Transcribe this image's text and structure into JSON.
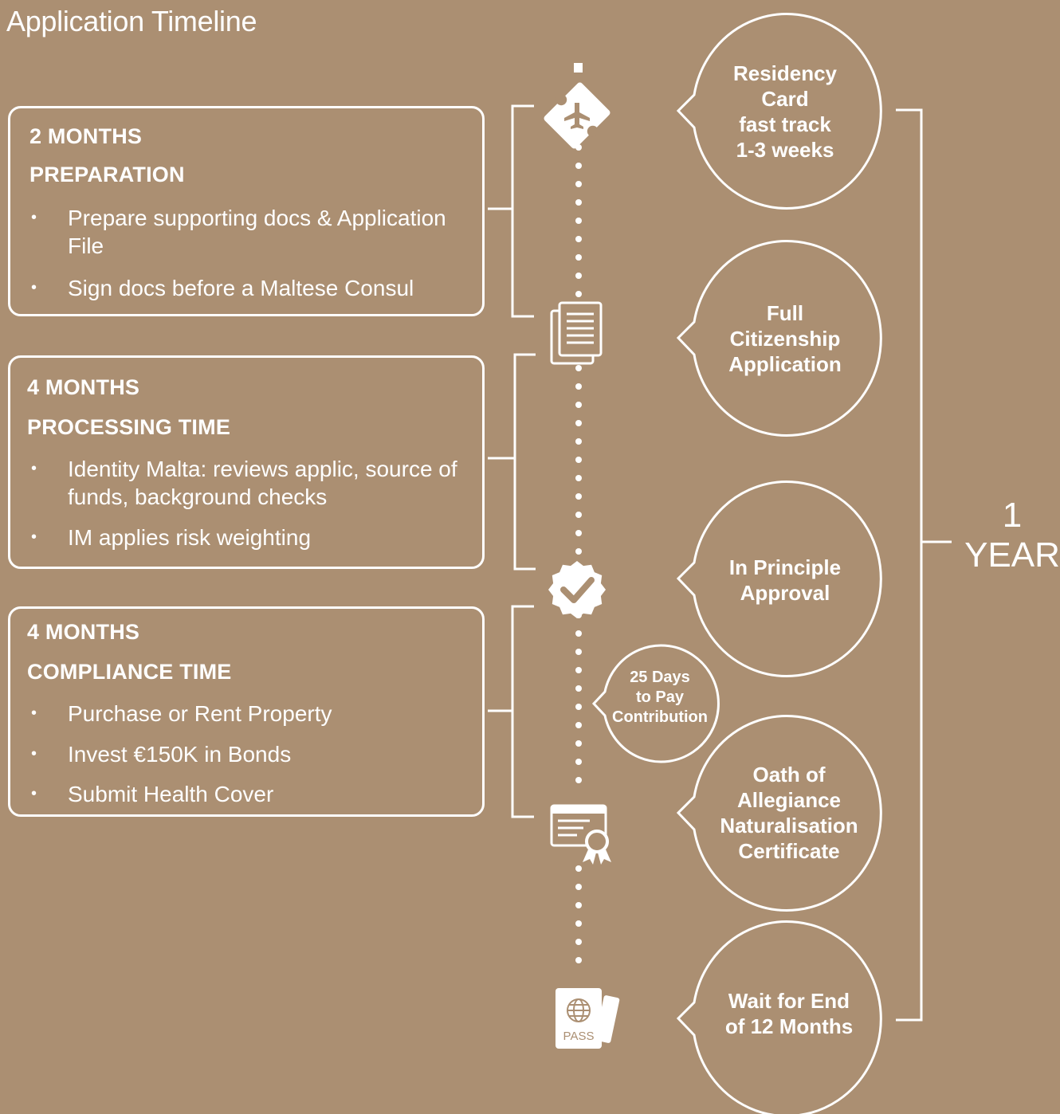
{
  "title": "Application Timeline",
  "phases": [
    {
      "duration": "2 MONTHS",
      "name": "PREPARATION",
      "items": [
        "Prepare supporting docs & Application File",
        "Sign docs before a Maltese Consul"
      ]
    },
    {
      "duration": "4 MONTHS",
      "name": "PROCESSING TIME",
      "items": [
        "Identity Malta: reviews applic, source of funds, background checks",
        "IM applies risk weighting"
      ]
    },
    {
      "duration": "4 MONTHS",
      "name": "COMPLIANCE TIME",
      "items": [
        "Purchase or Rent Property",
        "Invest €150K in Bonds",
        "Submit Health Cover"
      ]
    }
  ],
  "bullet_char": "•",
  "milestones": [
    {
      "lines": [
        "Residency",
        "Card",
        "fast track",
        "1-3 weeks"
      ],
      "icon": "plane-ticket-icon"
    },
    {
      "lines": [
        "Full",
        "Citizenship",
        "Application"
      ],
      "icon": "documents-icon"
    },
    {
      "lines": [
        "In Principle",
        "Approval"
      ],
      "icon": "checkmark-badge-icon"
    },
    {
      "lines": [
        "Oath of",
        "Allegiance",
        "Naturalisation",
        "Certificate"
      ],
      "icon": "certificate-icon"
    },
    {
      "lines": [
        "Wait for End",
        "of 12 Months"
      ],
      "icon": "passport-icon"
    }
  ],
  "side_note": {
    "lines": [
      "25 Days",
      "to Pay",
      "Contribution"
    ]
  },
  "passport_label": "PASS",
  "total": {
    "number": "1",
    "unit": "YEAR"
  },
  "colors": {
    "background": "#ab8f72",
    "foreground": "#ffffff"
  }
}
